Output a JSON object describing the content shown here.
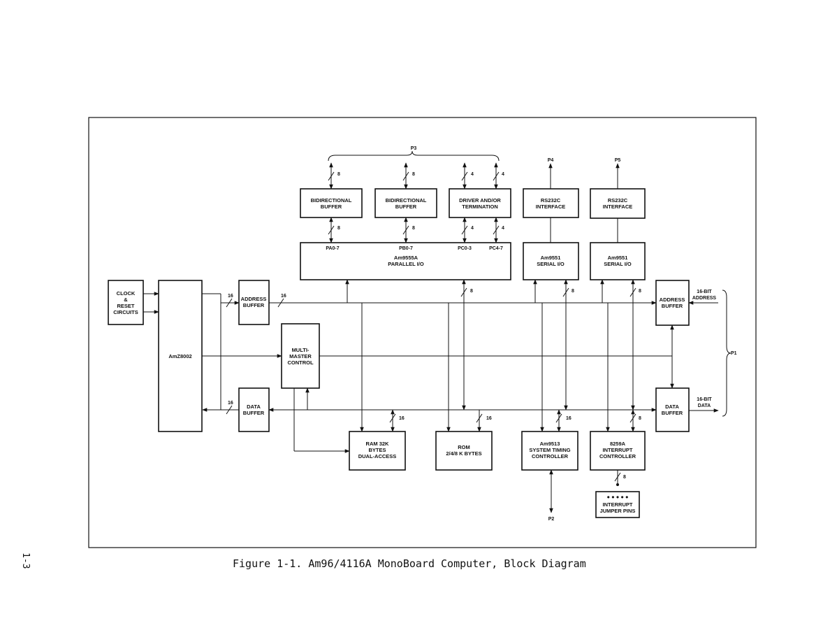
{
  "page_number": "1-3",
  "caption": "Figure 1-1.  Am96/4116A MonoBoard Computer, Block Diagram",
  "blocks": {
    "clock": [
      "CLOCK",
      "&",
      "RESET",
      "CIRCUITS"
    ],
    "cpu": [
      "AmZ8002"
    ],
    "addr_buf_left": [
      "ADDRESS",
      "BUFFER"
    ],
    "data_buf_left": [
      "DATA",
      "BUFFER"
    ],
    "multi_master": [
      "MULTI-",
      "MASTER",
      "CONTROL"
    ],
    "bidir1": [
      "BIDIRECTIONAL",
      "BUFFER"
    ],
    "bidir2": [
      "BIDIRECTIONAL",
      "BUFFER"
    ],
    "driver": [
      "DRIVER AND/OR",
      "TERMINATION"
    ],
    "parallel_io": [
      "Am9555A",
      "PARALLEL I/O"
    ],
    "rs232_1": [
      "RS232C",
      "INTERFACE"
    ],
    "rs232_2": [
      "RS232C",
      "INTERFACE"
    ],
    "serial1": [
      "Am9551",
      "SERIAL I/O"
    ],
    "serial2": [
      "Am9551",
      "SERIAL I/O"
    ],
    "addr_buf_right": [
      "ADDRESS",
      "BUFFER"
    ],
    "data_buf_right": [
      "DATA",
      "BUFFER"
    ],
    "ram": [
      "RAM 32K",
      "BYTES",
      "DUAL-ACCESS"
    ],
    "rom": [
      "ROM",
      "2/4/8 K BYTES"
    ],
    "timing": [
      "Am9513",
      "SYSTEM TIMING",
      "CONTROLLER"
    ],
    "interrupt": [
      "8259A",
      "INTERRUPT",
      "CONTROLLER"
    ],
    "jumper": [
      "INTERRUPT",
      "JUMPER PINS"
    ]
  },
  "labels": {
    "p1": "P1",
    "p2": "P2",
    "p3": "P3",
    "p4": "P4",
    "p5": "P5",
    "pa": "PA0-7",
    "pb": "PB0-7",
    "pc03": "PC0-3",
    "pc47": "PC4-7",
    "addr16": [
      "16-BIT",
      "ADDRESS"
    ],
    "data16": [
      "16-BIT",
      "DATA"
    ],
    "w8": "8",
    "w4": "4",
    "w16": "16",
    "jumper_dots": "● ● ● ● ●"
  }
}
